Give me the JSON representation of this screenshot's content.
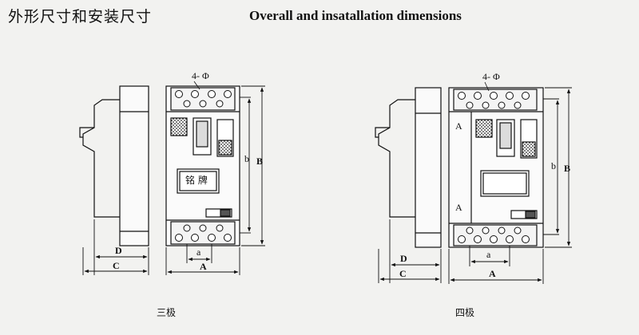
{
  "header": {
    "title_cn": "外形尺寸和安装尺寸",
    "title_en": "Overall and insatallation dimensions"
  },
  "three_pole": {
    "caption": "三极",
    "hole_label": "4- Φ",
    "nameplate_text": "铭 牌",
    "dims": {
      "a": "a",
      "A": "A",
      "b": "b",
      "B": "B",
      "C": "C",
      "D": "D"
    }
  },
  "four_pole": {
    "caption": "四极",
    "hole_label": "4- Φ",
    "arrow_top": "A",
    "arrow_bottom": "A",
    "dims": {
      "a": "a",
      "A": "A",
      "b": "b",
      "B": "B",
      "C": "C",
      "D": "D"
    }
  }
}
